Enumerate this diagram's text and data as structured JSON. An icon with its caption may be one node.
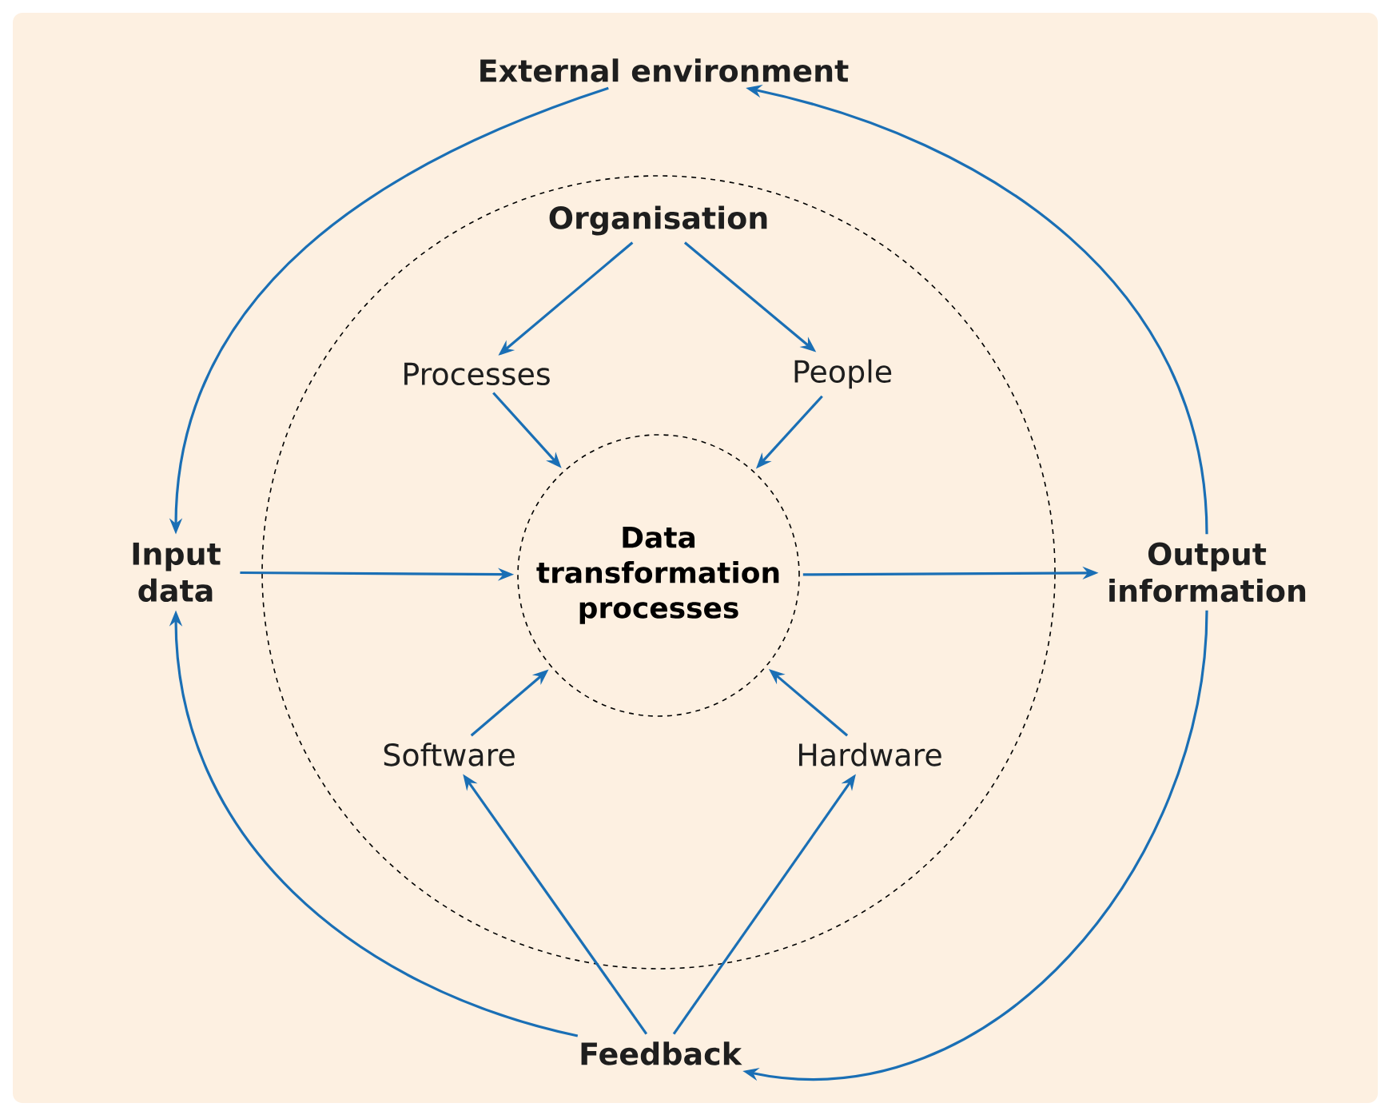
{
  "diagram": {
    "nodes": [
      {
        "text": [
          "External environment"
        ]
      },
      {
        "text": [],
        "shape": "circle"
      },
      {
        "text": [
          "Organisation"
        ],
        "in": 1
      },
      {
        "text": [
          "Processes"
        ],
        "in": 1
      },
      {
        "text": [
          "People"
        ],
        "in": 1
      },
      {
        "text": [
          "Data transformation processes"
        ],
        "in": 1
      },
      {
        "text": [
          "Software"
        ],
        "in": 1
      },
      {
        "text": [
          "Hardware"
        ],
        "in": 1
      },
      {
        "text": [
          "Input data"
        ]
      },
      {
        "text": [
          "Output information"
        ]
      },
      {
        "text": [
          "Feedback"
        ]
      }
    ],
    "edges": [
      {
        "from": 0,
        "to": 8,
        "arrow": "to"
      },
      {
        "from": 9,
        "to": 0,
        "arrow": "to"
      },
      {
        "from": 2,
        "to": 3,
        "arrow": "to"
      },
      {
        "from": 2,
        "to": 4,
        "arrow": "to"
      },
      {
        "from": 3,
        "to": 5,
        "arrow": "to"
      },
      {
        "from": 4,
        "to": 5,
        "arrow": "to"
      },
      {
        "from": 8,
        "to": 5,
        "arrow": "to"
      },
      {
        "from": 5,
        "to": 9,
        "arrow": "to"
      },
      {
        "from": 6,
        "to": 5,
        "arrow": "to"
      },
      {
        "from": 7,
        "to": 5,
        "arrow": "to"
      },
      {
        "from": 10,
        "to": 6,
        "arrow": "to"
      },
      {
        "from": 10,
        "to": 7,
        "arrow": "to"
      },
      {
        "from": 9,
        "to": 10,
        "arrow": "to"
      },
      {
        "from": 10,
        "to": 8,
        "arrow": "to"
      }
    ]
  }
}
